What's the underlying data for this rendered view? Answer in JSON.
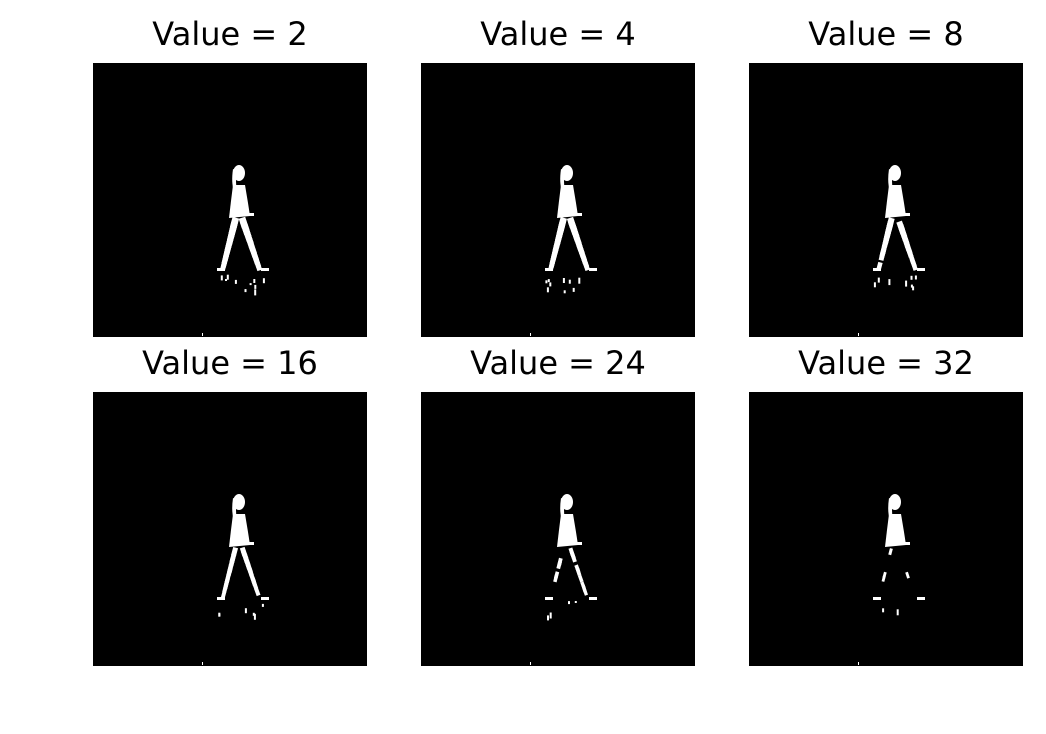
{
  "figure": {
    "background_color": "#ffffff",
    "image_background_color": "#000000",
    "foreground_color": "#ffffff",
    "panels": [
      {
        "title": "Value = 2",
        "threshold": 2
      },
      {
        "title": "Value = 4",
        "threshold": 4
      },
      {
        "title": "Value = 8",
        "threshold": 8
      },
      {
        "title": "Value = 16",
        "threshold": 16
      },
      {
        "title": "Value = 24",
        "threshold": 24
      },
      {
        "title": "Value = 32",
        "threshold": 32
      }
    ]
  }
}
